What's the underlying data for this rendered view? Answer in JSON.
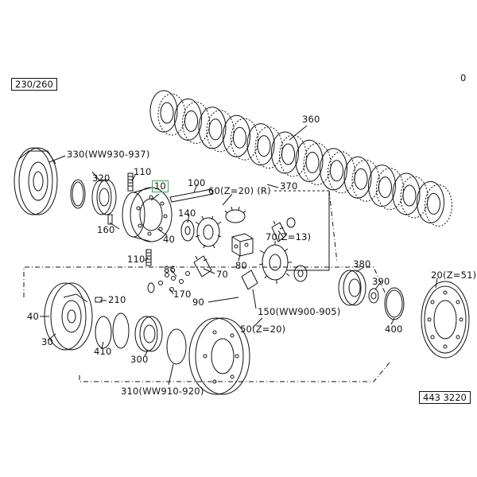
{
  "page": {
    "top_right_mark": "0"
  },
  "boxes": {
    "group_code": "230/260",
    "drawing_number": "443 3220"
  },
  "selected_part": "10",
  "parts": {
    "p360": "360",
    "p330": "330(WW930-937)",
    "p320": "320",
    "p110a": "110",
    "p100": "100",
    "p60": "60(Z=20) (R)",
    "p370": "370",
    "p140": "140",
    "p160": "160",
    "p40a": "40",
    "p70a": "70(Z=13)",
    "p80": "80",
    "p110b": "110",
    "p86": "86",
    "p70b": "70",
    "p380": "380",
    "p390": "390",
    "p20": "20(Z=51)",
    "p210": "210",
    "p170": "170",
    "p90": "90",
    "p150": "150(WW900-905)",
    "p40b": "40",
    "p400": "400",
    "p30": "30",
    "p410": "410",
    "p50": "50(Z=20)",
    "p300": "300",
    "p310": "310(WW910-920)"
  }
}
